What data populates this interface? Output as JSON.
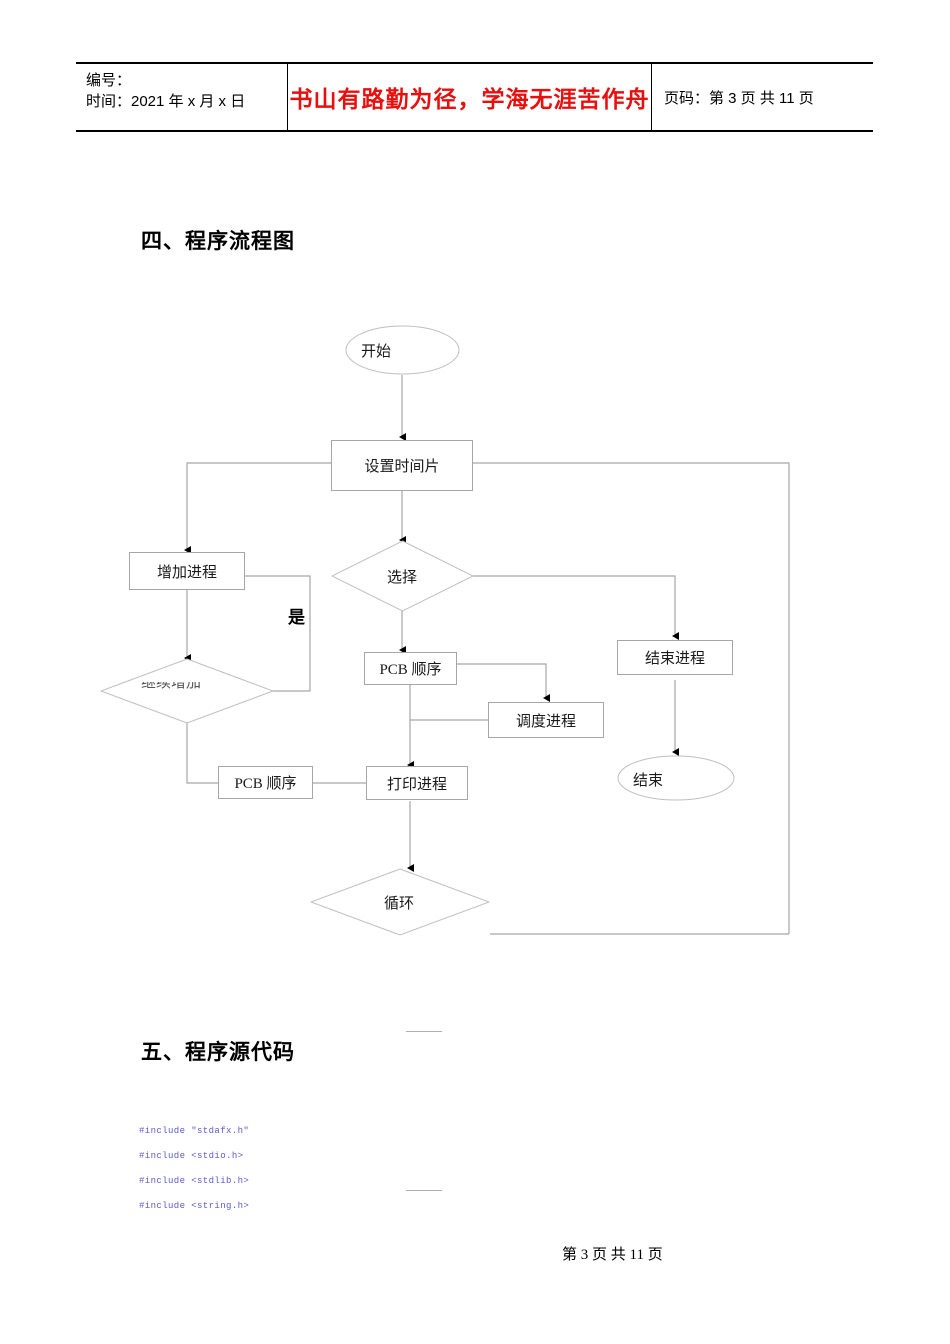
{
  "header": {
    "id_label": "编号：",
    "date_label": "时间：2021 年 x 月 x 日",
    "slogan": "书山有路勤为径，学海无涯苦作舟",
    "page_label": "页码：第 3 页  共 11 页",
    "slogan_color": "#e8100f"
  },
  "sections": {
    "flowchart_heading": "四、程序流程图",
    "sourcecode_heading": "五、程序源代码"
  },
  "flowchart": {
    "nodes": [
      {
        "id": "start",
        "shape": "ellipse",
        "label": "开始"
      },
      {
        "id": "set-slice",
        "shape": "process",
        "label": "设置时间片"
      },
      {
        "id": "add-process",
        "shape": "process",
        "label": "增加进程"
      },
      {
        "id": "choose",
        "shape": "decision",
        "label": "选择"
      },
      {
        "id": "continue-add",
        "shape": "decision",
        "label": "继续增加"
      },
      {
        "id": "pcb-order-1",
        "shape": "process",
        "label": "PCB 顺序"
      },
      {
        "id": "end-process",
        "shape": "process",
        "label": "结束进程"
      },
      {
        "id": "schedule",
        "shape": "process",
        "label": "调度进程"
      },
      {
        "id": "pcb-order-2",
        "shape": "process",
        "label": "PCB 顺序"
      },
      {
        "id": "print",
        "shape": "process",
        "label": "打印进程"
      },
      {
        "id": "end",
        "shape": "ellipse",
        "label": "结束"
      },
      {
        "id": "loop",
        "shape": "decision",
        "label": "循环"
      }
    ],
    "edge_labels": [
      {
        "id": "yes",
        "label": "是"
      }
    ],
    "line_color": "#a6a6a6",
    "text_color": "#1a1a1a"
  },
  "source_code": {
    "lines": [
      "#include \"stdafx.h\"",
      "#include <stdio.h>",
      "#include <stdlib.h>",
      "#include <string.h>"
    ],
    "color": "#5b5bc8"
  },
  "footer": {
    "page_text": "第 3 页  共 11 页"
  }
}
